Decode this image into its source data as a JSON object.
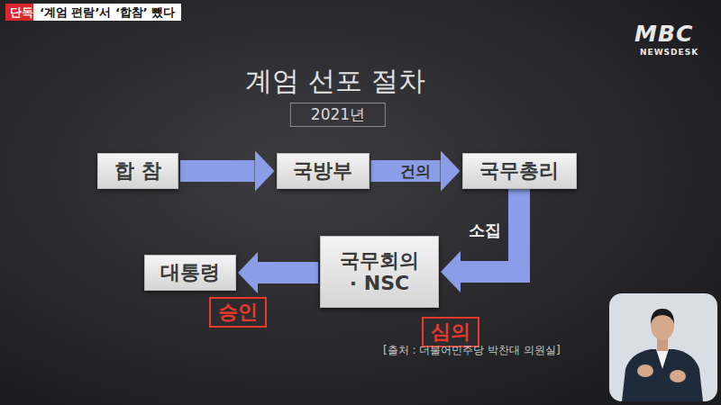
{
  "diagram": {
    "title": "계엄 선포 절차",
    "nodes": [
      {
        "text": [
          "합 참"
        ]
      },
      {
        "text": [
          "국방부"
        ]
      },
      {
        "text": [
          "국무총리"
        ]
      },
      {
        "text": [
          "국무회의 · NSC"
        ]
      },
      {
        "text": [
          "대통령"
        ]
      }
    ],
    "edges": [
      {
        "from": 0,
        "to": 1,
        "arrow": "to"
      },
      {
        "from": 1,
        "to": 2,
        "label": "건의",
        "arrow": "to"
      },
      {
        "from": 2,
        "to": 3,
        "label": "소집",
        "arrow": "to"
      },
      {
        "from": 3,
        "to": 4,
        "arrow": "to"
      }
    ],
    "labels": [
      "단독",
      "‘계엄 편람’서 ‘합참’ 뺐다",
      "MBC",
      "NEWSDESK",
      "2021년",
      "승인",
      "심의",
      "[출처 : 더불어민주당 박찬대 의원실]"
    ]
  }
}
